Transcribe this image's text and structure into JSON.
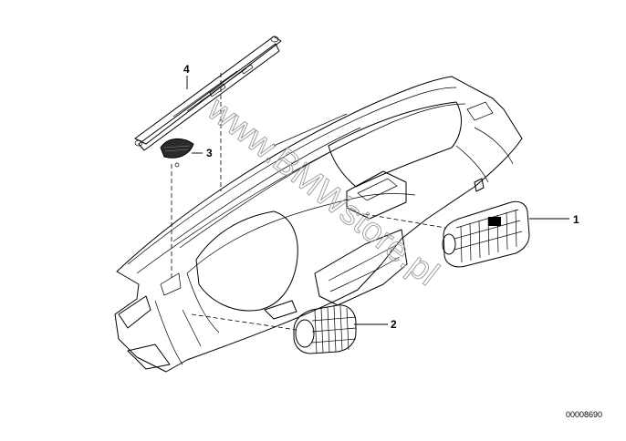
{
  "callouts": {
    "c1": "1",
    "c2": "2",
    "c3": "3",
    "c4": "4"
  },
  "figure_number": "00008690",
  "watermark": "www.BMWstore.pl",
  "colors": {
    "line": "#000000",
    "background": "#ffffff",
    "watermark": "#9a9a9a",
    "grille_fill": "#2a2a2a"
  }
}
